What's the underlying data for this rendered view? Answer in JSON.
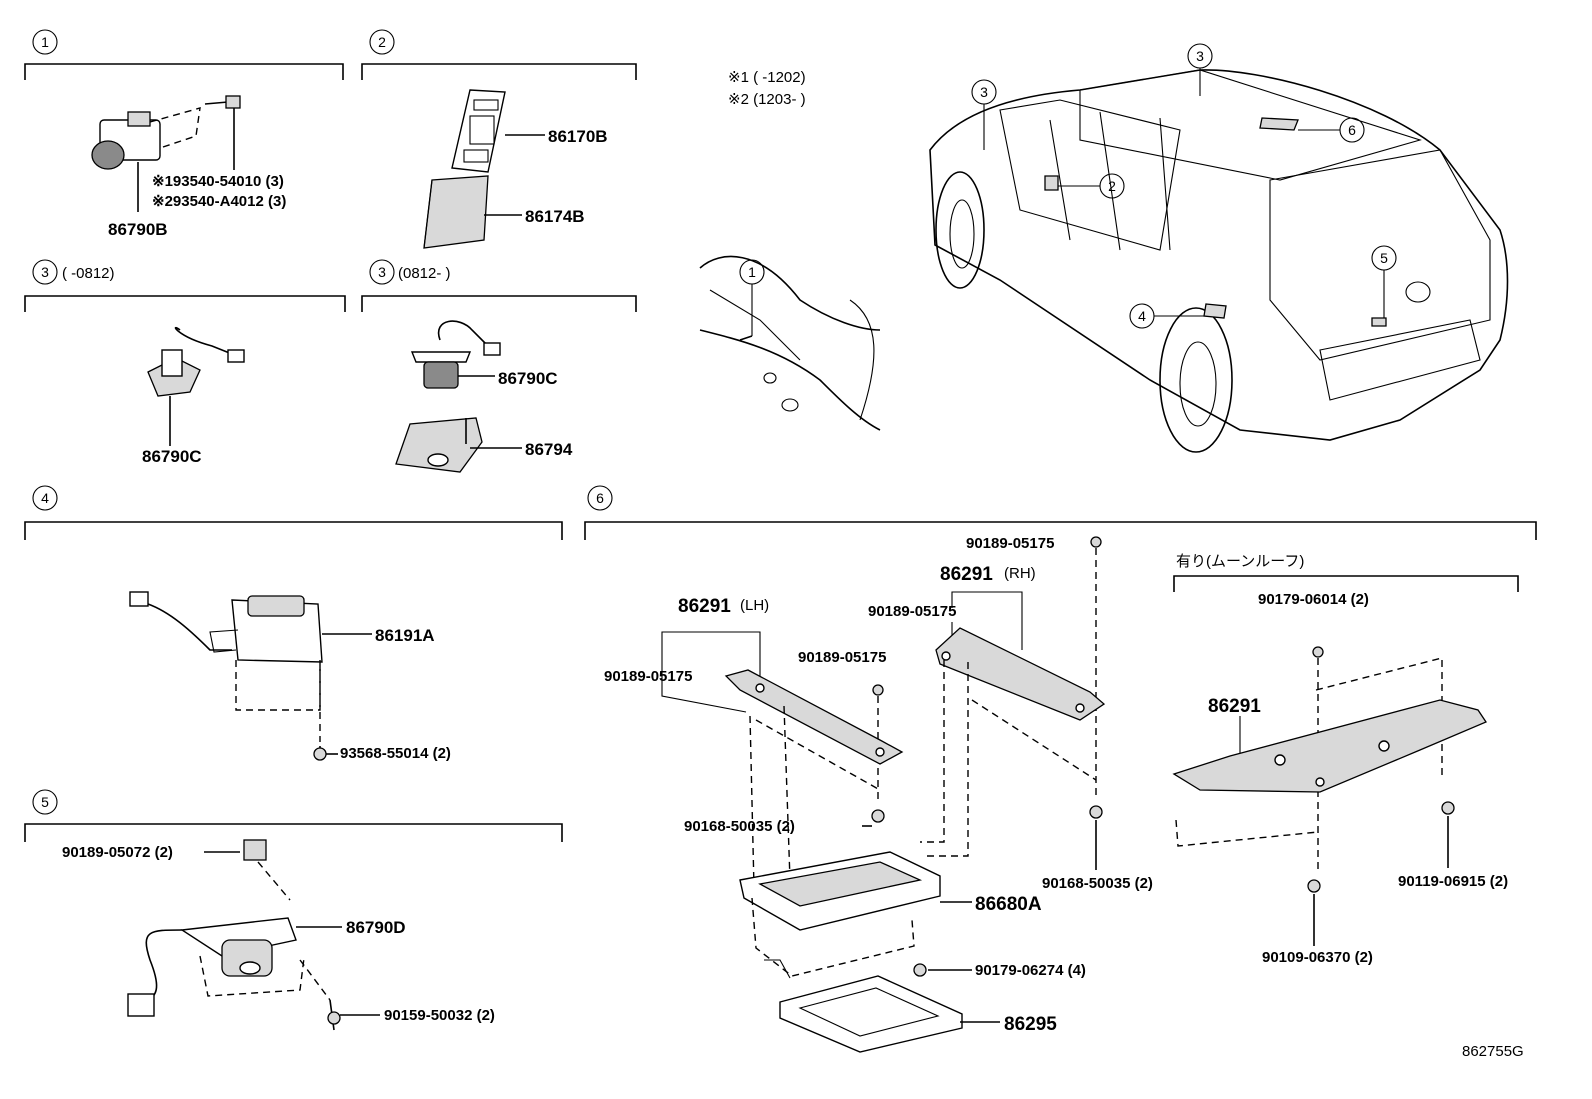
{
  "sections": {
    "s1": {
      "num": "1"
    },
    "s2": {
      "num": "2"
    },
    "s3a": {
      "num": "3",
      "range": "(      -0812)"
    },
    "s3b": {
      "num": "3",
      "range": "(0812-      )"
    },
    "s4": {
      "num": "4"
    },
    "s5": {
      "num": "5"
    },
    "s6": {
      "num": "6"
    }
  },
  "notes": {
    "note1": "※1 (      -1202)",
    "note2": "※2 (1203-      )",
    "moonroof": "有り(ムーンルーフ)"
  },
  "parts": {
    "p86790B": "86790B",
    "p93540_54010": "※193540-54010 (3)",
    "p93540_A4012": "※293540-A4012 (3)",
    "p86170B": "86170B",
    "p86174B": "86174B",
    "p86790C_a": "86790C",
    "p86790C_b": "86790C",
    "p86794": "86794",
    "p86191A": "86191A",
    "p93568_55014": "93568-55014 (2)",
    "p90189_05072": "90189-05072 (2)",
    "p86790D": "86790D",
    "p90159_50032": "90159-50032 (2)",
    "p90189_05175_top": "90189-05175",
    "p86291_rh": "86291",
    "p86291_rh_side": "(RH)",
    "p90189_05175_rh": "90189-05175",
    "p86291_lh": "86291",
    "p86291_lh_side": "(LH)",
    "p90189_05175_mid": "90189-05175",
    "p90189_05175_lh": "90189-05175",
    "p90168_50035_a": "90168-50035 (2)",
    "p90168_50035_b": "90168-50035 (2)",
    "p86680A": "86680A",
    "p90179_06274": "90179-06274 (4)",
    "p86295": "86295",
    "p90179_06014": "90179-06014 (2)",
    "p86291_moon": "86291",
    "p90119_06915": "90119-06915 (2)",
    "p90109_06370": "90109-06370 (2)"
  },
  "vehicle_callouts": [
    "3",
    "3",
    "6",
    "2",
    "1",
    "5",
    "4"
  ],
  "diagram_id": "862755G"
}
